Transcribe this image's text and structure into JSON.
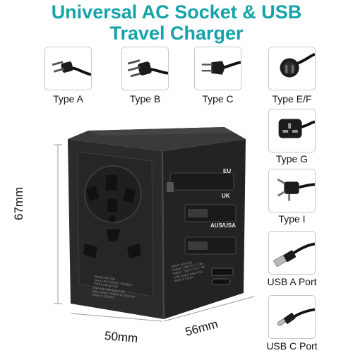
{
  "title": {
    "line1": "Universal AC Socket & USB",
    "line2": "Travel Charger"
  },
  "plugs": [
    {
      "label": "Type A",
      "icon": "type-a-plug-icon"
    },
    {
      "label": "Type B",
      "icon": "type-b-plug-icon"
    },
    {
      "label": "Type C",
      "icon": "type-c-plug-icon"
    },
    {
      "label": "Type E/F",
      "icon": "type-ef-plug-icon"
    },
    {
      "label": "Type G",
      "icon": "type-g-plug-icon"
    },
    {
      "label": "Type I",
      "icon": "type-i-plug-icon"
    },
    {
      "label": "USB A Port",
      "icon": "usb-a-cable-icon"
    },
    {
      "label": "USB C Port",
      "icon": "usb-c-cable-icon"
    }
  ],
  "dimensions": {
    "height": "67mm",
    "width": "50mm",
    "depth": "56mm"
  },
  "device": {
    "slider_labels": [
      "EU",
      "UK",
      "AUS/USA"
    ],
    "spec_left": "Model:HHT394\nInput:100-240VAC~50/60Hz\nTotal loading:6.5A\nUse only with fuse 6.5A\nMax power: 1650W at 240V AC\nWork at 100VAC",
    "spec_right": "Indoor use only\nOutput: USB 5V = 2.4A\nOutput: Type-C 5V = 3A\nUSB output total 4.5A\nWork in 10min"
  },
  "colors": {
    "title": "#14a3a8",
    "device": "#2b2b2b"
  }
}
